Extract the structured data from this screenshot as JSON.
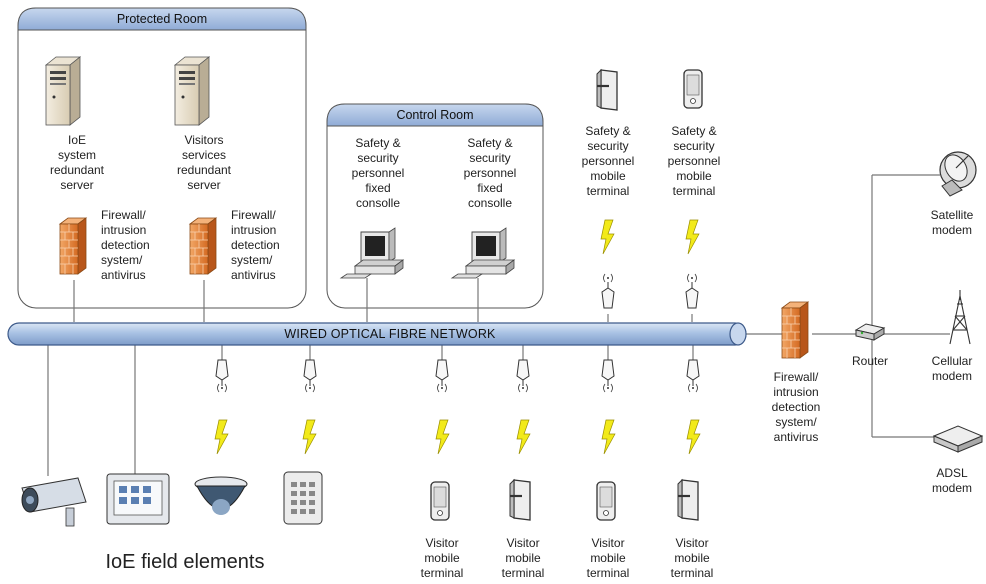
{
  "rooms": {
    "protected": {
      "title": "Protected Room"
    },
    "control": {
      "title": "Control Room"
    }
  },
  "network": {
    "label": "WIRED OPTICAL FIBRE NETWORK"
  },
  "servers": [
    {
      "label_lines": [
        "IoE",
        "system",
        "redundant",
        "server"
      ]
    },
    {
      "label_lines": [
        "Visitors",
        "services",
        "redundant",
        "server"
      ]
    }
  ],
  "firewall_labels": {
    "server1": [
      "Firewall/",
      "intrusion",
      "detection",
      "system/",
      "antivirus"
    ],
    "server2": [
      "Firewall/",
      "intrusion",
      "detection",
      "system/",
      "antivirus"
    ],
    "edge": [
      "Firewall/",
      "intrusion",
      "detection",
      "system/",
      "antivirus"
    ]
  },
  "consoles": [
    {
      "label_lines": [
        "Safety &",
        "security",
        "personnel",
        "fixed",
        "consolle"
      ]
    },
    {
      "label_lines": [
        "Safety &",
        "security",
        "personnel",
        "fixed",
        "consolle"
      ]
    }
  ],
  "staff_mobiles": [
    {
      "label_lines": [
        "Safety &",
        "security",
        "personnel",
        "mobile",
        "terminal"
      ]
    },
    {
      "label_lines": [
        "Safety &",
        "security",
        "personnel",
        "mobile",
        "terminal"
      ]
    }
  ],
  "visitor_mobiles": [
    {
      "label_lines": [
        "Visitor",
        "mobile",
        "terminal"
      ]
    },
    {
      "label_lines": [
        "Visitor",
        "mobile",
        "terminal"
      ]
    },
    {
      "label_lines": [
        "Visitor",
        "mobile",
        "terminal"
      ]
    },
    {
      "label_lines": [
        "Visitor",
        "mobile",
        "terminal"
      ]
    }
  ],
  "edge": {
    "router": "Router",
    "satellite": [
      "Satellite",
      "modem"
    ],
    "cellular": [
      "Cellular",
      "modem"
    ],
    "adsl": [
      "ADSL",
      "modem"
    ]
  },
  "field": {
    "caption": "IoE field elements"
  },
  "icons": [
    "server-icon",
    "firewall-icon",
    "desktop-computer-icon",
    "mobile-phone-icon",
    "access-point-icon",
    "wireless-link-icon",
    "router-icon",
    "satellite-dish-icon",
    "cell-tower-icon",
    "adsl-modem-icon",
    "bullet-camera-icon",
    "control-panel-icon",
    "dome-camera-icon",
    "keypad-icon"
  ],
  "colors": {
    "room_header": "#9db8dd",
    "pipe": "#a9c2e4",
    "firewall": "#e88a3c",
    "lightning": "#e8e000"
  }
}
